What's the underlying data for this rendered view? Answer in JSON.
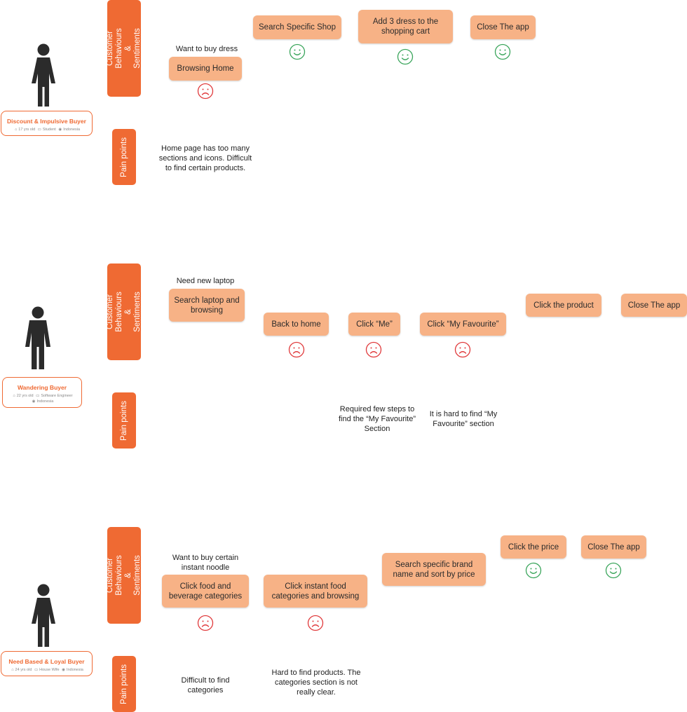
{
  "colors": {
    "label_bg": "#ef6a33",
    "step_bg": "#f7b286",
    "happy": "#3aa55b",
    "sad": "#e0393b"
  },
  "labels": {
    "behaviours": "Customer Behaviours & Sentiments",
    "pain": "Pain points"
  },
  "personas": [
    {
      "name": "Discount & Impulsive Buyer",
      "age": "17 yrs old",
      "job": "Student",
      "location": "Indonesia",
      "intent": "Want to buy dress",
      "steps": [
        "Browsing Home",
        "Search Specific Shop",
        "Add 3 dress to the shopping cart",
        "Close The app"
      ],
      "sentiments": [
        "sad",
        "happy",
        "happy",
        "happy"
      ],
      "pain_points": [
        "Home page has too many sections and icons. Difficult to find certain products."
      ]
    },
    {
      "name": "Wandering Buyer",
      "age": "22 yrs old",
      "job": "Software Engineer",
      "location": "Indonesia",
      "intent": "Need new laptop",
      "steps": [
        "Search laptop and browsing",
        "Back to home",
        "Click “Me”",
        "Click “My Favourite”",
        "Click the product",
        "Close The app"
      ],
      "sentiments": [
        "none",
        "sad",
        "sad",
        "sad",
        "none",
        "none"
      ],
      "pain_points": [
        "Required few steps to find the “My Favourite” Section",
        "It is hard to find “My Favourite” section"
      ]
    },
    {
      "name": "Need Based & Loyal Buyer",
      "age": "24 yrs old",
      "job": "House Wife",
      "location": "Indonesia",
      "intent": "Want to buy certain instant noodle",
      "steps": [
        "Click food and beverage categories",
        "Click instant food categories and browsing",
        "Search specific brand name and sort by price",
        "Click the price",
        "Close The app"
      ],
      "sentiments": [
        "sad",
        "sad",
        "none",
        "happy",
        "happy"
      ],
      "pain_points": [
        "Difficult to find categories",
        "Hard to find products. The categories section is not really clear."
      ]
    }
  ]
}
